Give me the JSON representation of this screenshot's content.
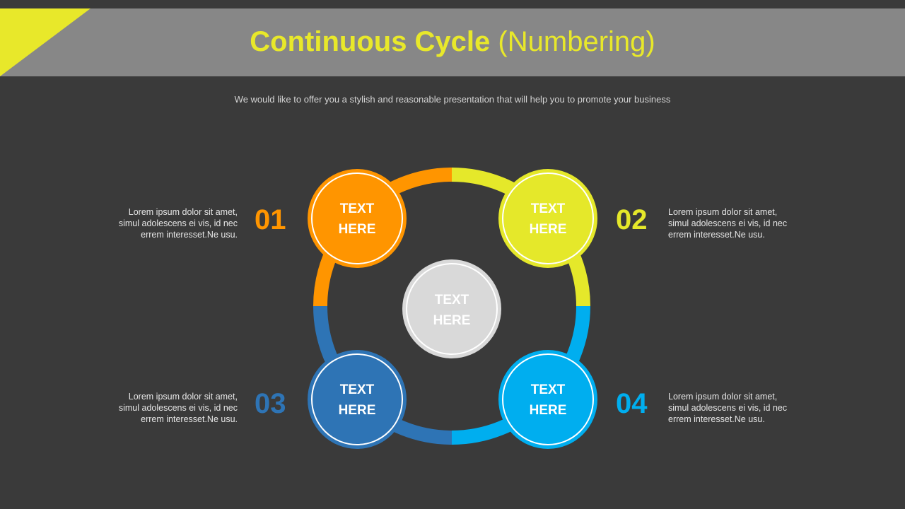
{
  "title": {
    "main": "Continuous Cycle",
    "sub": "(Numbering)"
  },
  "subtitle": "We would like to offer you a stylish and reasonable presentation that will help you to promote your business",
  "center": {
    "line1": "TEXT",
    "line2": "HERE",
    "color": "#d9d9d9"
  },
  "steps": [
    {
      "number": "01",
      "line1": "TEXT",
      "line2": "HERE",
      "color": "#ff9500",
      "desc": [
        "Lorem ipsum dolor sit amet,",
        "simul adolescens ei vis, id nec",
        "errem interesset.Ne usu."
      ]
    },
    {
      "number": "02",
      "line1": "TEXT",
      "line2": "HERE",
      "color": "#e5e82a",
      "desc": [
        "Lorem ipsum dolor sit amet,",
        "simul adolescens ei vis, id nec",
        "errem interesset.Ne usu."
      ]
    },
    {
      "number": "03",
      "line1": "TEXT",
      "line2": "HERE",
      "color": "#2e74b5",
      "desc": [
        "Lorem ipsum dolor sit amet,",
        "simul adolescens ei vis, id nec",
        "errem interesset.Ne usu."
      ]
    },
    {
      "number": "04",
      "line1": "TEXT",
      "line2": "HERE",
      "color": "#00aeef",
      "desc": [
        "Lorem ipsum dolor sit amet,",
        "simul adolescens ei vis, id nec",
        "errem interesset.Ne usu."
      ]
    }
  ],
  "colors": {
    "accent": "#e8e82a",
    "header": "#878787",
    "background": "#3a3a3a"
  }
}
